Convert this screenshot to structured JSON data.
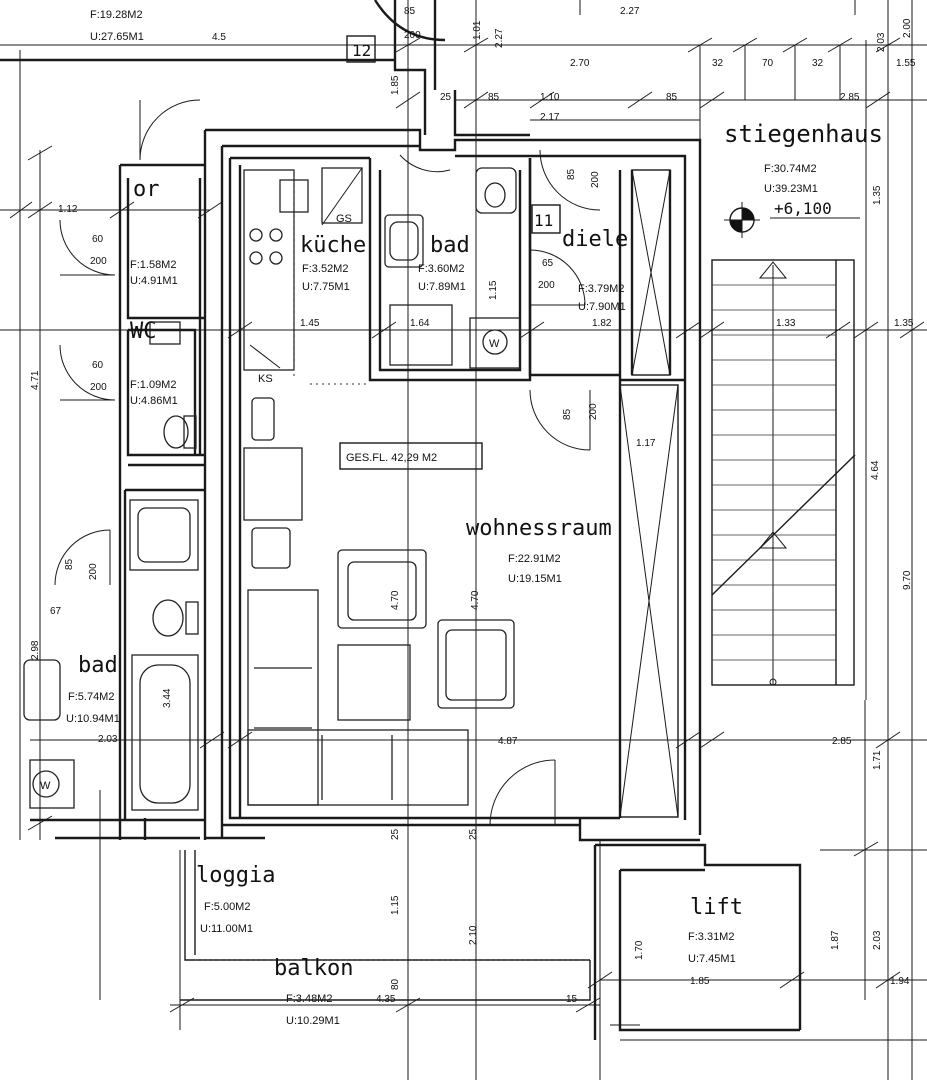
{
  "rooms": {
    "stiegenhaus": {
      "name": "stiegenhaus",
      "area": "F:30.74M2",
      "perimeter": "U:39.23M1",
      "level": "+6,100"
    },
    "kueche": {
      "name": "küche",
      "area": "F:3.52M2",
      "perimeter": "U:7.75M1"
    },
    "bad1": {
      "name": "bad",
      "area": "F:3.60M2",
      "perimeter": "U:7.89M1"
    },
    "diele": {
      "name": "diele",
      "area": "F:3.79M2",
      "perimeter": "U:7.90M1"
    },
    "wohnessraum": {
      "name": "wohnessraum",
      "area": "F:22.91M2",
      "perimeter": "U:19.15M1"
    },
    "bad2": {
      "name": "bad",
      "area": "F:5.74M2",
      "perimeter": "U:10.94M1"
    },
    "loggia": {
      "name": "loggia",
      "area": "F:5.00M2",
      "perimeter": "U:11.00M1"
    },
    "balkon": {
      "name": "balkon",
      "area": "F:3.48M2",
      "perimeter": "U:10.29M1"
    },
    "lift": {
      "name": "lift",
      "area": "F:3.31M2",
      "perimeter": "U:7.45M1"
    },
    "vor": {
      "name": "or",
      "area": "F:1.58M2",
      "perimeter": "U:4.91M1"
    },
    "wc": {
      "name": "WC",
      "area": "F:1.09M2",
      "perimeter": "U:4.86M1"
    },
    "top_room": {
      "area": "F:19.28M2",
      "perimeter": "U:27.65M1"
    }
  },
  "labels": {
    "apartment_12": "12",
    "apartment_11": "11",
    "total_area": "GES.FL.  42,29 M2",
    "washer": "W",
    "washer2": "W",
    "gs": "GS",
    "ks": "KS"
  },
  "dims": {
    "d_227_top": "2.27",
    "d_270": "2.70",
    "d_32a": "32",
    "d_70": "70",
    "d_32b": "32",
    "d_285_top": "2.85",
    "d_45": "4.5",
    "d_200_top": "200",
    "d_85_top": "85",
    "d_101": "1.01",
    "d_227v": "2.27",
    "d_25a": "25",
    "d_85b": "85",
    "d_110": "1.10",
    "d_217": "2.17",
    "d_203": "2.03",
    "d_200r": "2.00",
    "d_155": "1.55",
    "d_135": "1.35",
    "d_112": "1.12",
    "d_60a": "60",
    "d_200a": "200",
    "d_60b": "60",
    "d_200b": "200",
    "d_471": "4.71",
    "d_145": "1.45",
    "d_164": "1.64",
    "d_115": "1.15",
    "d_65": "65",
    "d_200c": "200",
    "d_85c": "85",
    "d_200d": "200",
    "d_182": "1.82",
    "d_133": "1.33",
    "d_135b": "1.35",
    "d_117": "1.17",
    "d_85d": "85",
    "d_200e": "200",
    "d_470a": "4.70",
    "d_470b": "4.70",
    "d_464": "4.64",
    "d_970": "9.70",
    "d_85e": "85",
    "d_200f": "200",
    "d_67": "67",
    "d_298": "2.98",
    "d_203b": "2.03",
    "d_344": "3.44",
    "d_487": "4.87",
    "d_285b": "2.85",
    "d_171": "1.71",
    "d_115b": "1.15",
    "d_210": "2.10",
    "d_170": "1.70",
    "d_187": "1.87",
    "d_203c": "2.03",
    "d_185": "1.85",
    "d_194": "1.94",
    "d_435": "4.35",
    "d_80": "80",
    "d_15": "15",
    "d_25b": "25",
    "d_25c": "25"
  }
}
